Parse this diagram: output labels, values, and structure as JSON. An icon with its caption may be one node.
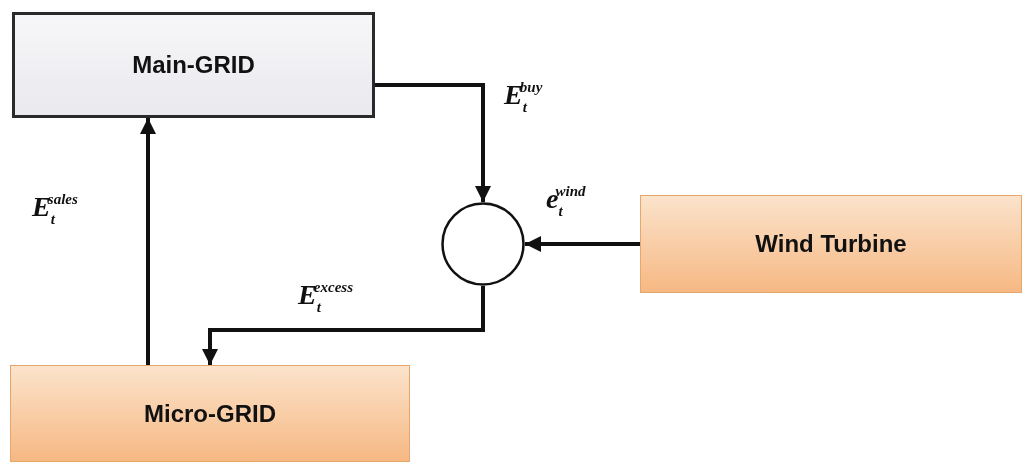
{
  "diagram": {
    "nodes": [
      {
        "text": [
          "Main-GRID"
        ]
      },
      {
        "text": [],
        "shape": "circle"
      },
      {
        "text": [
          "Wind Turbine"
        ]
      },
      {
        "text": [
          "Micro-GRID"
        ]
      }
    ],
    "edges": [
      {
        "from": 0,
        "to": 1,
        "arrow": "to",
        "label": "E$_{t}$$^{buy}$"
      },
      {
        "from": 2,
        "to": 1,
        "arrow": "to",
        "label": "e$_{t}$$^{wind}$"
      },
      {
        "from": 1,
        "to": 3,
        "arrow": "to",
        "label": "E$_{t}$$^{excess}$"
      },
      {
        "from": 3,
        "to": 0,
        "arrow": "to",
        "label": "E$_{t}$$^{sales}$"
      }
    ]
  }
}
